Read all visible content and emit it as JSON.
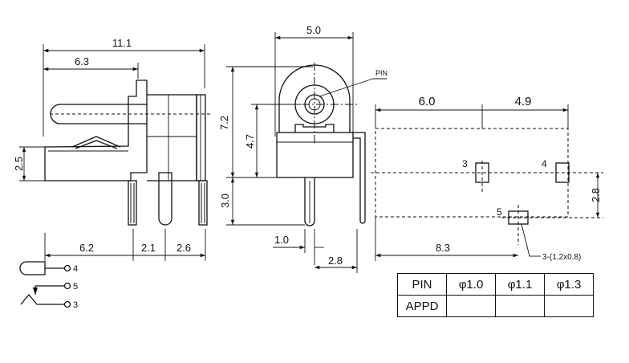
{
  "side_view": {
    "dim_overall_width": "11.1",
    "dim_shell_length": "6.3",
    "dim_height": "2.5",
    "dim_bottom_a": "6.2",
    "dim_bottom_b": "2.1",
    "dim_bottom_c": "2.6"
  },
  "front_view": {
    "dim_width": "5.0",
    "dim_total_height": "7.2",
    "dim_center_height": "4.7",
    "dim_pin_length": "3.0",
    "dim_pin_width": "1.0",
    "dim_pin_offset": "2.8",
    "pin_label": "PIN"
  },
  "footprint": {
    "dim_left": "6.0",
    "dim_right": "4.9",
    "dim_vertical": "2.8",
    "dim_bottom": "8.3",
    "pad_3_label": "3",
    "pad_4_label": "4",
    "pad_5_label": "5",
    "pad_note": "3-(1.2x0.8)"
  },
  "schematic": {
    "pin_4": "4",
    "pin_5": "5",
    "pin_3": "3"
  },
  "table": {
    "header": [
      "PIN",
      "φ1.0",
      "φ1.1",
      "φ1.3"
    ],
    "row_label": "APPD",
    "row_values": [
      "",
      "",
      ""
    ]
  }
}
